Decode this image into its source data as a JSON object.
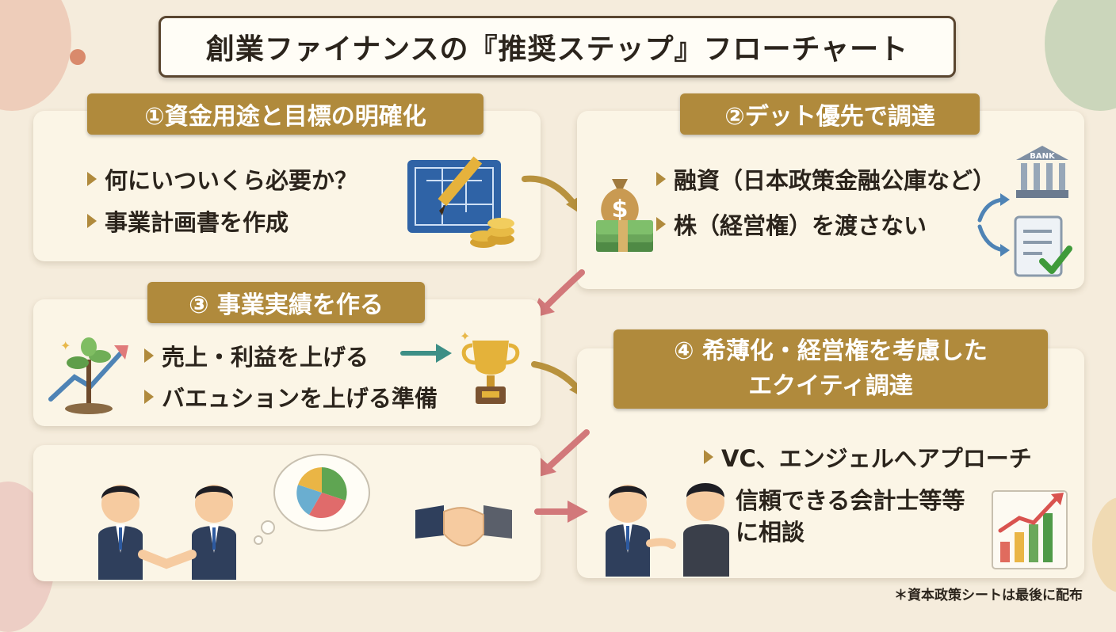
{
  "title": "創業ファイナンスの『推奨ステップ』フローチャート",
  "steps": [
    {
      "label": "①資金用途と目標の明確化",
      "bullets": [
        "何にいついくら必要か？",
        "事業計画書を作成"
      ]
    },
    {
      "label": "②デット優先で調達",
      "bullets": [
        "融資（日本政策金融公庫など）",
        "株（経営権）を渡さない"
      ],
      "bank_text": "BANK"
    },
    {
      "label": "③ 事業実績を作る",
      "bullets": [
        "売上・利益を上げる",
        "バエュションを上げる準備"
      ]
    },
    {
      "label_lines": [
        "④ 希薄化・経営権を考慮した",
        "エクイティ調達"
      ],
      "bullets": [
        "VC、エンジェルへアプローチ"
      ],
      "consult_lines": [
        "信頼できる会計士等等",
        "に相談"
      ]
    }
  ],
  "footnote": "＊資本政策シートは最後に配布",
  "colors": {
    "background": "#f5ecdc",
    "label": "#b08a3c",
    "card": "#fbf5e6",
    "arrow_gold": "#b8923e",
    "arrow_red": "#d2787a",
    "arrow_teal": "#3d8f86",
    "arrow_blue": "#4e83b5"
  },
  "icons": [
    "blueprint-pencil-icon",
    "coins-icon",
    "money-bag-icon",
    "cash-stack-icon",
    "bank-icon",
    "checklist-icon",
    "plant-growth-icon",
    "trophy-icon",
    "businessmen-handshake-icon",
    "pie-chart-thought-icon",
    "handshake-icon",
    "consultation-icon",
    "bar-chart-up-icon"
  ]
}
